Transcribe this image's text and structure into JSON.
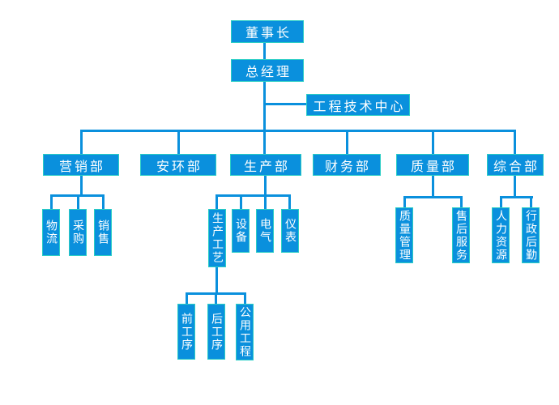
{
  "colors": {
    "node_fill": "#0a90dd",
    "node_border": "#2bcec5",
    "node_text": "#ffffff",
    "line": "#0a90dd",
    "background": "#ffffff"
  },
  "nodes": {
    "chairman": {
      "label": "董事长"
    },
    "gm": {
      "label": "总经理"
    },
    "eng_center": {
      "label": "工程技术中心"
    },
    "marketing": {
      "label": "营销部"
    },
    "safety_env": {
      "label": "安环部"
    },
    "production": {
      "label": "生产部"
    },
    "finance": {
      "label": "财务部"
    },
    "quality": {
      "label": "质量部"
    },
    "general": {
      "label": "综合部"
    },
    "logistics": {
      "label": "物流"
    },
    "purchasing": {
      "label": "采购"
    },
    "sales": {
      "label": "销售"
    },
    "process": {
      "label": "生产工艺"
    },
    "equipment": {
      "label": "设备"
    },
    "electrical": {
      "label": "电气"
    },
    "instrument": {
      "label": "仪表"
    },
    "quality_mgmt": {
      "label": "质量管理"
    },
    "after_sales": {
      "label": "售后服务"
    },
    "hr": {
      "label": "人力资源"
    },
    "admin_support": {
      "label": "行政后勤"
    },
    "front_process": {
      "label": "前工序"
    },
    "back_process": {
      "label": "后工序"
    },
    "utilities": {
      "label": "公用工程"
    }
  },
  "hierarchy_edges": [
    [
      "董事长",
      "总经理"
    ],
    [
      "总经理",
      "工程技术中心"
    ],
    [
      "总经理",
      "营销部"
    ],
    [
      "总经理",
      "安环部"
    ],
    [
      "总经理",
      "生产部"
    ],
    [
      "总经理",
      "财务部"
    ],
    [
      "总经理",
      "质量部"
    ],
    [
      "总经理",
      "综合部"
    ],
    [
      "营销部",
      "物流"
    ],
    [
      "营销部",
      "采购"
    ],
    [
      "营销部",
      "销售"
    ],
    [
      "生产部",
      "生产工艺"
    ],
    [
      "生产部",
      "设备"
    ],
    [
      "生产部",
      "电气"
    ],
    [
      "生产部",
      "仪表"
    ],
    [
      "生产工艺",
      "前工序"
    ],
    [
      "生产工艺",
      "后工序"
    ],
    [
      "生产工艺",
      "公用工程"
    ],
    [
      "质量部",
      "质量管理"
    ],
    [
      "质量部",
      "售后服务"
    ],
    [
      "综合部",
      "人力资源"
    ],
    [
      "综合部",
      "行政后勤"
    ]
  ]
}
